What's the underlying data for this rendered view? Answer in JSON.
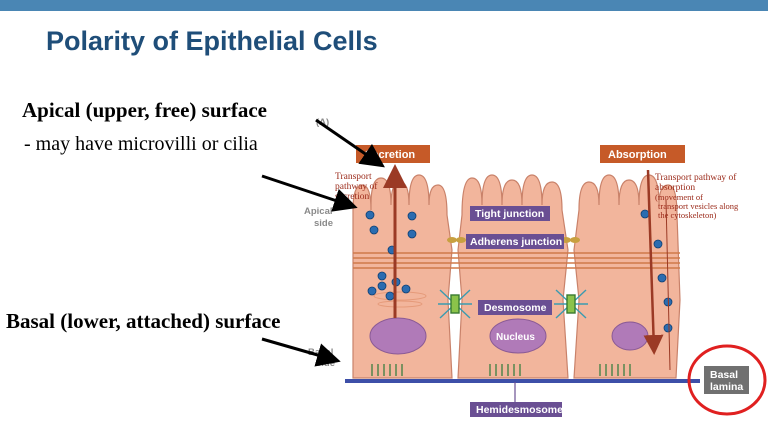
{
  "slide": {
    "title": "Polarity of Epithelial Cells",
    "apical_heading": "Apical (upper, free) surface",
    "apical_note": "- may have microvilli or cilia",
    "basal_heading": "Basal (lower, attached) surface"
  },
  "figure": {
    "panel_label": "(A)",
    "secretion": "Secretion",
    "absorption": "Absorption",
    "transport_secretion": [
      "Transport",
      "pathway of",
      "secretion"
    ],
    "transport_absorption": [
      "Transport pathway of",
      "absorption"
    ],
    "transport_absorption_detail": [
      "(movement of",
      "transport vesicles along",
      "the cytoskeleton)"
    ],
    "apical_side": [
      "Apical",
      "side"
    ],
    "basal_side": [
      "Basal",
      "side"
    ],
    "tight_junction": "Tight junction",
    "adherens_junction": "Adherens junction",
    "desmosome": "Desmosome",
    "nucleus": "Nucleus",
    "basal_lamina": [
      "Basal",
      "lamina"
    ],
    "hemidesmosome": "Hemidesmosome"
  },
  "colors": {
    "top_bar": "#4a86b4",
    "title": "#1f4e79",
    "cell_fill": "#f2b59c",
    "cell_stroke": "#c9826a",
    "purple_label": "#6a4f93",
    "orange_label": "#c65a28",
    "nucleus": "#b07ab8",
    "vesicle": "#2b6cb0",
    "basal_line": "#3d4fa8",
    "highlight_circle": "#e02020"
  }
}
